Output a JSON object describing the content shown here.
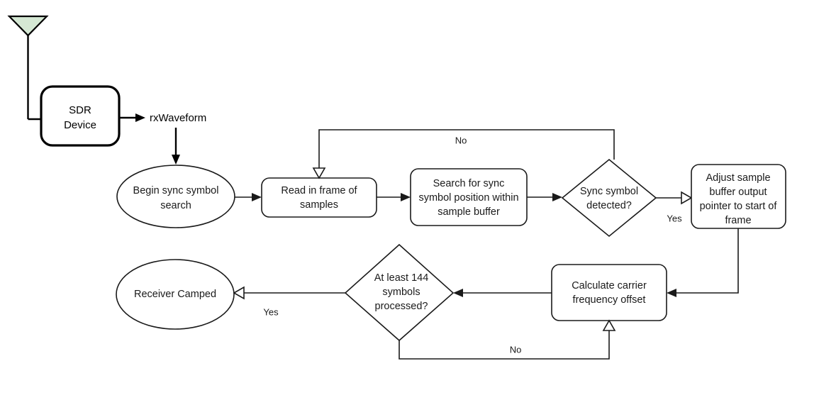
{
  "diagram": {
    "title": "SDR receiver sync symbol search flowchart",
    "background": "#ffffff",
    "stroke_color": "#1a1a1a",
    "antenna_fill": "#d5e8d4",
    "nodes": {
      "antenna": {
        "name": "antenna",
        "shape": "triangle",
        "label": ""
      },
      "sdr_device": {
        "label_line1": "SDR",
        "label_line2": "Device",
        "shape": "rounded-rect-bold"
      },
      "rx_waveform": {
        "label": "rxWaveform",
        "shape": "text"
      },
      "begin_search": {
        "label_line1": "Begin sync symbol",
        "label_line2": "search",
        "shape": "ellipse"
      },
      "read_frame": {
        "label_line1": "Read in frame of",
        "label_line2": "samples",
        "shape": "rounded-rect"
      },
      "search_sync": {
        "label_line1": "Search for sync",
        "label_line2": "symbol position within",
        "label_line3": "sample buffer",
        "shape": "rounded-rect"
      },
      "sync_detected": {
        "label_line1": "Sync symbol",
        "label_line2": "detected?",
        "shape": "diamond"
      },
      "adjust_pointer": {
        "label_line1": "Adjust sample",
        "label_line2": "buffer output",
        "label_line3": "pointer to start of",
        "label_line4": "frame",
        "shape": "rounded-rect"
      },
      "calc_cfo": {
        "label_line1": "Calculate carrier",
        "label_line2": "frequency offset",
        "shape": "rounded-rect"
      },
      "symbols_processed": {
        "label_line1": "At least 144",
        "label_line2": "symbols",
        "label_line3": "processed?",
        "shape": "diamond"
      },
      "receiver_camped": {
        "label": "Receiver Camped",
        "shape": "ellipse"
      }
    },
    "edge_labels": {
      "sync_no": "No",
      "sync_yes": "Yes",
      "processed_yes": "Yes",
      "processed_no": "No"
    }
  }
}
